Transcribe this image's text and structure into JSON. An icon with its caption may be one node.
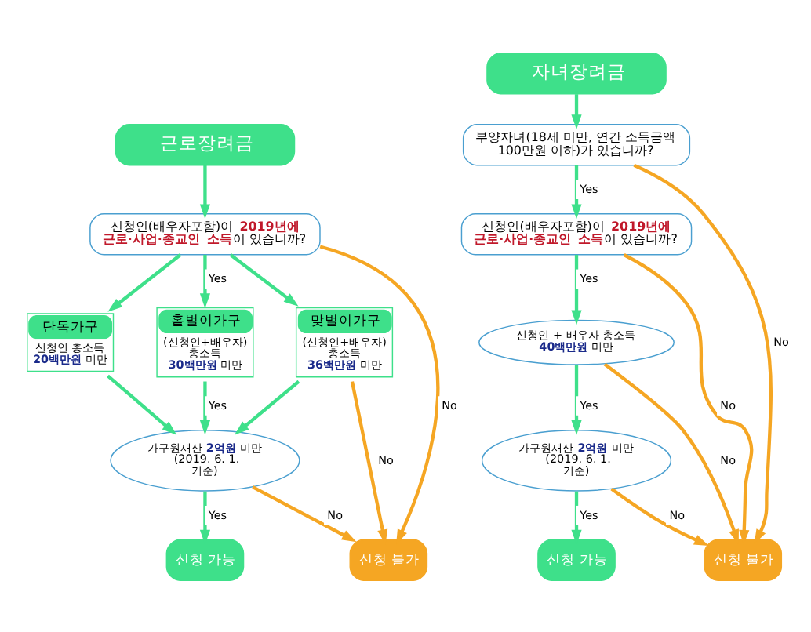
{
  "diagram": {
    "nodes": [
      {
        "text": [
          "근로장려금"
        ]
      },
      {
        "text": [
          "신청인(배우자포함)이 **2019년에 근로·사업·종교인 소득**이 있습니까?"
        ]
      },
      {
        "text": [
          "단독가구",
          "신청인 총소득 **20백만원** 미만"
        ]
      },
      {
        "text": [
          "홑벌이가구",
          "(신청인+배우자) 총소득 **30백만원** 미만"
        ]
      },
      {
        "text": [
          "맞벌이가구",
          "(신청인+배우자) 총소득 **36백만원** 미만"
        ]
      },
      {
        "text": [
          "가구원재산 **2억원** 미만 (2019. 6. 1. 기준)"
        ]
      },
      {
        "text": [
          "신청 가능"
        ]
      },
      {
        "text": [
          "신청 불가"
        ]
      },
      {
        "text": [
          "자녀장려금"
        ]
      },
      {
        "text": [
          "부양자녀(18세 미만, 연간 소득금액 100만원 이하)가 있습니까?"
        ]
      },
      {
        "text": [
          "신청인(배우자포함)이 **2019년에 근로·사업·종교인 소득**이 있습니까?"
        ]
      },
      {
        "text": [
          "신청인 + 배우자 총소득 **40백만원** 미만"
        ]
      },
      {
        "text": [
          "가구원재산 **2억원** 미만 (2019. 6. 1. 기준)"
        ]
      },
      {
        "text": [
          "신청 가능"
        ]
      },
      {
        "text": [
          "신청 불가"
        ]
      }
    ],
    "edges": [
      {
        "from": 0,
        "to": 1,
        "arrow": "to"
      },
      {
        "from": 1,
        "to": 2,
        "arrow": "to"
      },
      {
        "from": 1,
        "to": 3,
        "arrow": "to",
        "label": "Yes"
      },
      {
        "from": 1,
        "to": 4,
        "arrow": "to"
      },
      {
        "from": 1,
        "to": 7,
        "arrow": "to",
        "label": "No",
        "color": "#f5a623"
      },
      {
        "from": 2,
        "to": 5,
        "arrow": "to"
      },
      {
        "from": 3,
        "to": 5,
        "arrow": "to",
        "label": "Yes"
      },
      {
        "from": 4,
        "to": 5,
        "arrow": "to"
      },
      {
        "from": 4,
        "to": 7,
        "arrow": "to",
        "label": "No",
        "color": "#f5a623"
      },
      {
        "from": 5,
        "to": 6,
        "arrow": "to",
        "label": "Yes"
      },
      {
        "from": 5,
        "to": 7,
        "arrow": "to",
        "label": "No",
        "color": "#f5a623"
      },
      {
        "from": 8,
        "to": 9,
        "arrow": "to"
      },
      {
        "from": 9,
        "to": 10,
        "arrow": "to",
        "label": "Yes"
      },
      {
        "from": 9,
        "to": 14,
        "arrow": "to",
        "label": "No",
        "color": "#f5a623"
      },
      {
        "from": 10,
        "to": 11,
        "arrow": "to",
        "label": "Yes"
      },
      {
        "from": 10,
        "to": 14,
        "arrow": "to",
        "label": "No",
        "color": "#f5a623"
      },
      {
        "from": 11,
        "to": 12,
        "arrow": "to",
        "label": "Yes"
      },
      {
        "from": 11,
        "to": 14,
        "arrow": "to",
        "label": "No",
        "color": "#f5a623"
      },
      {
        "from": 12,
        "to": 13,
        "arrow": "to",
        "label": "Yes"
      },
      {
        "from": 12,
        "to": 14,
        "arrow": "to",
        "label": "No",
        "color": "#f5a623"
      }
    ]
  }
}
